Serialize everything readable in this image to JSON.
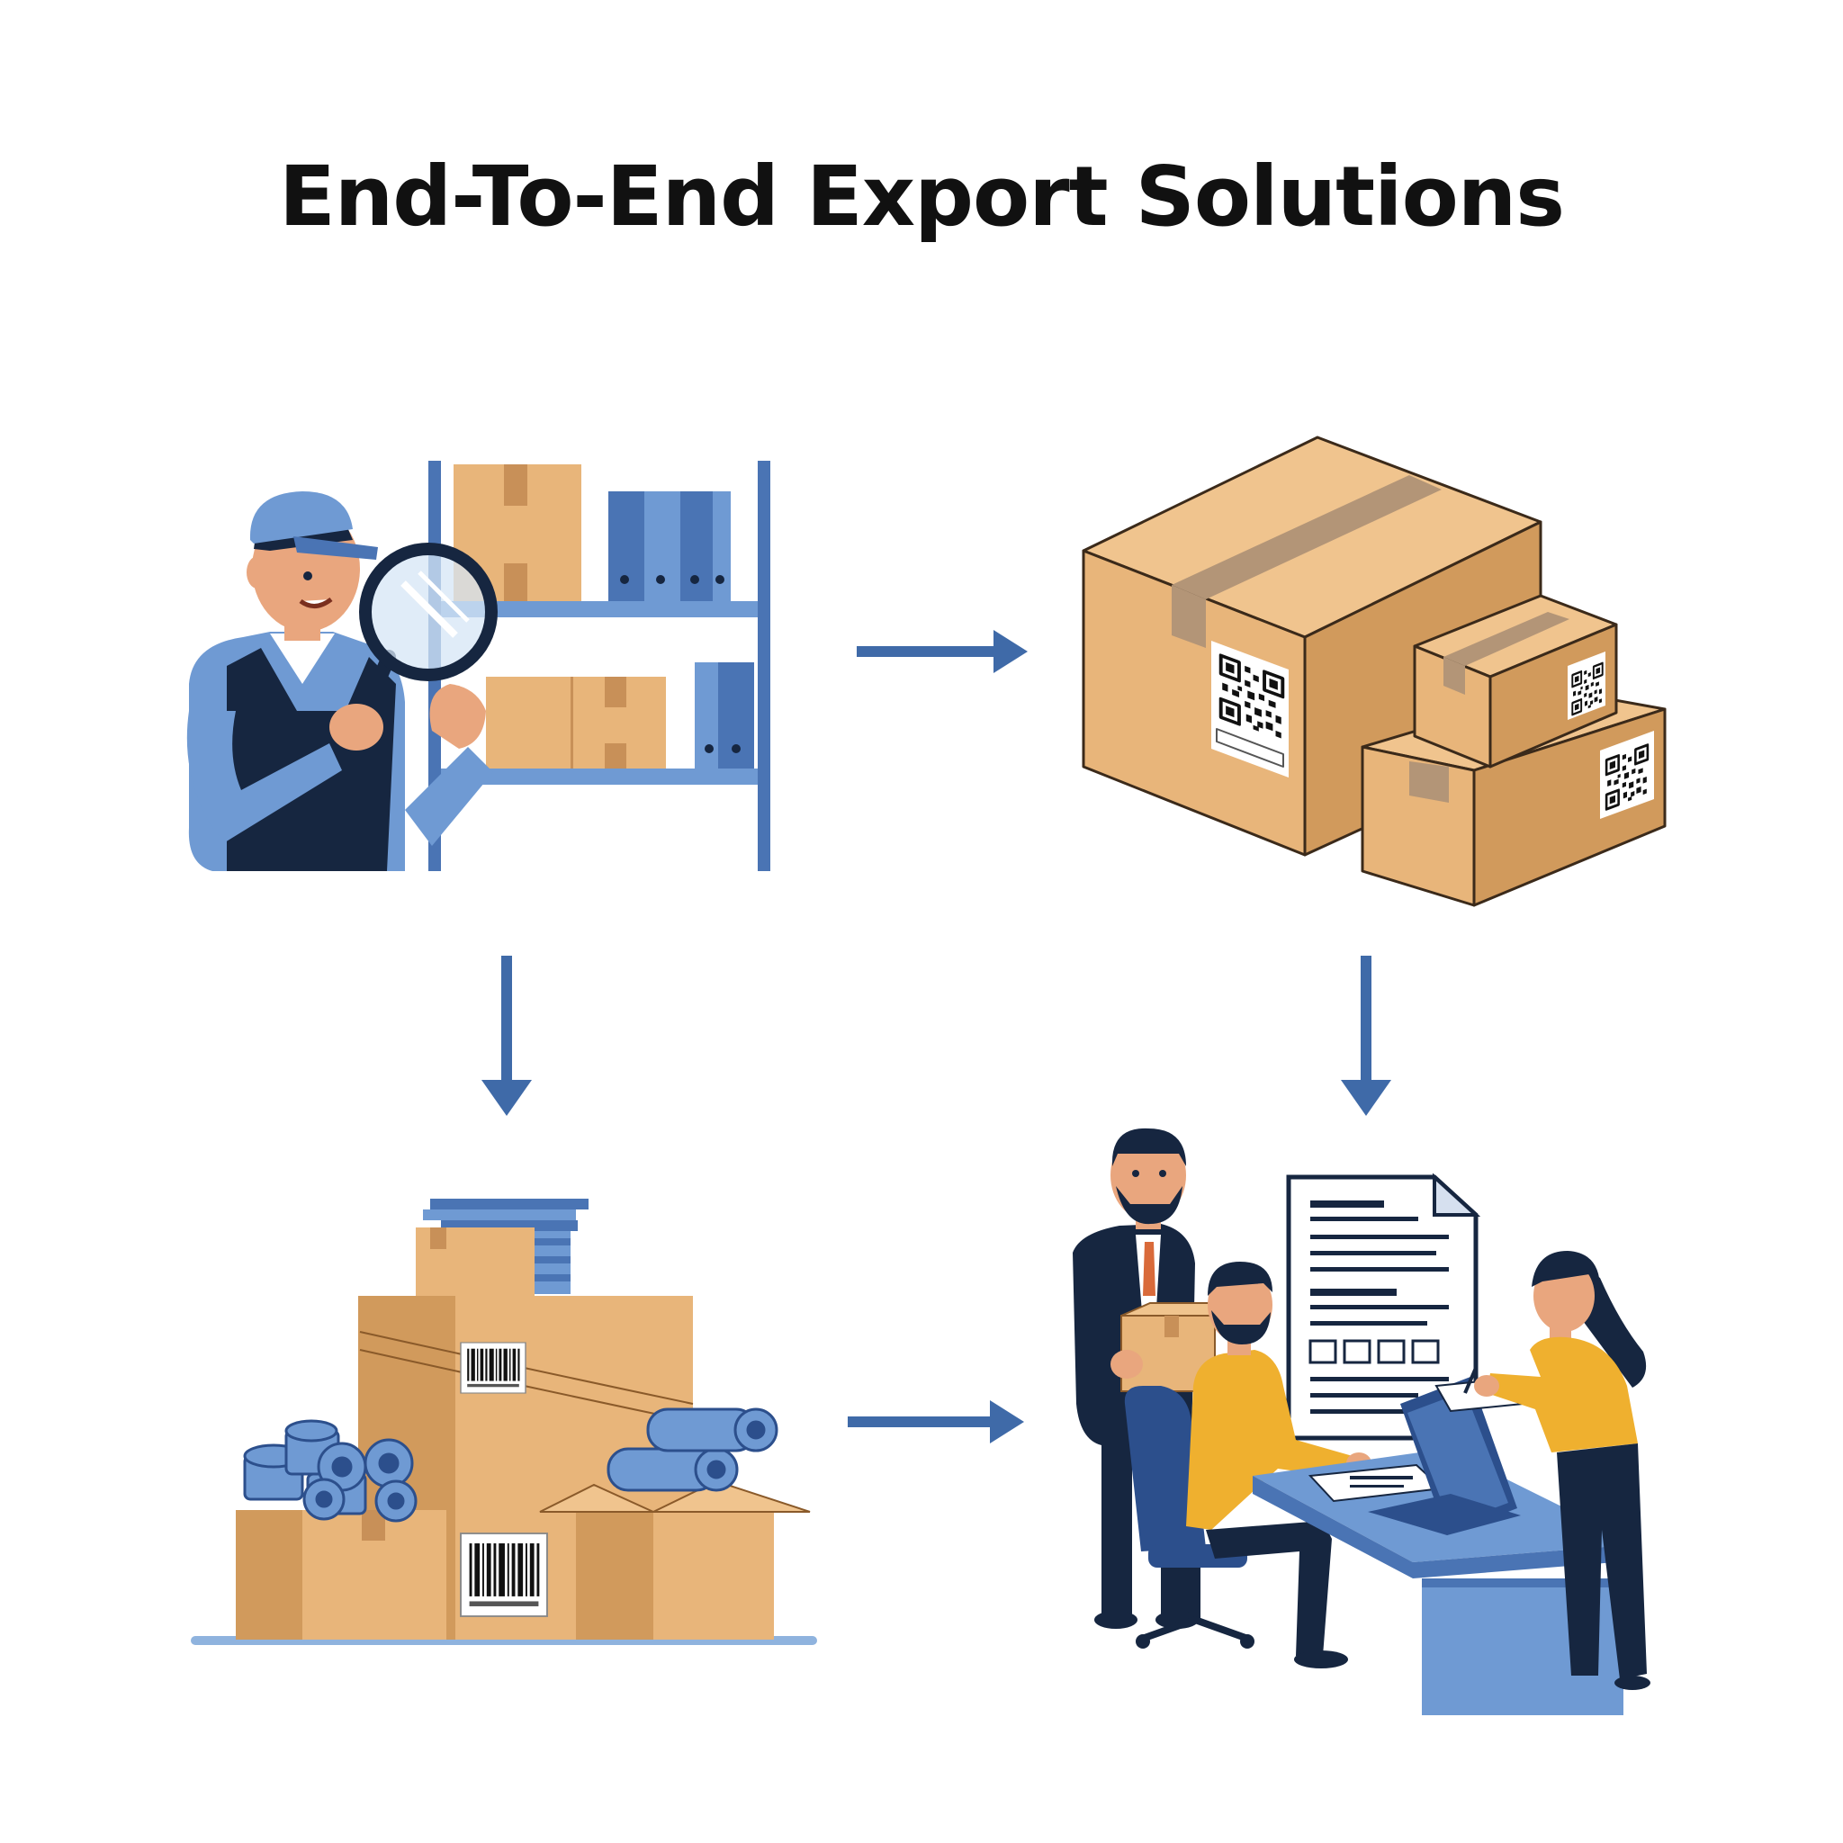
{
  "title": "End-To-End Export Solutions",
  "colors": {
    "background": "#ffffff",
    "title": "#111111",
    "arrow": "#3f6aa8",
    "blue_light": "#6f9ad3",
    "blue_mid": "#4a74b4",
    "blue_dark": "#2c4f8c",
    "navy": "#162640",
    "cardboard": "#e8b57a",
    "cardboard_side": "#d19a5c",
    "cardboard_dark": "#b98147",
    "tape": "#b39577",
    "skin": "#e9a67e",
    "yellow": "#efb02f",
    "white": "#ffffff",
    "outline": "#3b2a1a"
  },
  "steps": [
    {
      "icon": "warehouse-inspection-icon"
    },
    {
      "icon": "labeled-packages-icon"
    },
    {
      "icon": "packed-goods-icon"
    },
    {
      "icon": "export-documentation-office-icon"
    }
  ],
  "arrows": [
    {
      "icon": "arrow-right-icon",
      "from": 0,
      "to": 1
    },
    {
      "icon": "arrow-down-icon",
      "from": 0,
      "to": 2
    },
    {
      "icon": "arrow-down-icon",
      "from": 1,
      "to": 3
    },
    {
      "icon": "arrow-right-icon",
      "from": 2,
      "to": 3
    }
  ]
}
